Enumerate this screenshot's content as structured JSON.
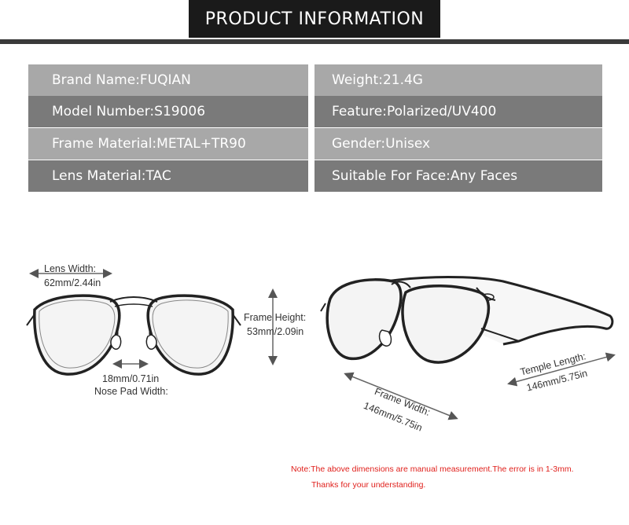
{
  "header": {
    "title": "PRODUCT INFORMATION"
  },
  "specs": [
    {
      "left": "Brand Name:FUQIAN",
      "right": "Weight:21.4G",
      "shade": "light"
    },
    {
      "left": "Model Number:S19006",
      "right": "Feature:Polarized/UV400",
      "shade": "dark"
    },
    {
      "left": "Frame Material:METAL+TR90",
      "right": "Gender:Unisex",
      "shade": "light"
    },
    {
      "left": "Lens Material:TAC",
      "right": "Suitable For Face:Any Faces",
      "shade": "dark"
    }
  ],
  "dimensions": {
    "lens_width_label": "Lens Width:",
    "lens_width_value": "62mm/2.44in",
    "frame_height_label": "Frame Height:",
    "frame_height_value": "53mm/2.09in",
    "nose_pad_value": "18mm/0.71in",
    "nose_pad_label": "Nose Pad Width:",
    "frame_width_label": "Frame Width:",
    "frame_width_value": "146mm/5.75in",
    "temple_length_label": "Temple Length:",
    "temple_length_value": "146mm/5.75in"
  },
  "note": {
    "line1": "Note:The above dimensions are manual measurement.The error is in 1-3mm.",
    "line2": "Thanks for your understanding."
  },
  "colors": {
    "title_bg": "#1a1a1a",
    "row_light": "#a8a8a8",
    "row_dark": "#7a7a7a",
    "note_red": "#e0201c"
  }
}
